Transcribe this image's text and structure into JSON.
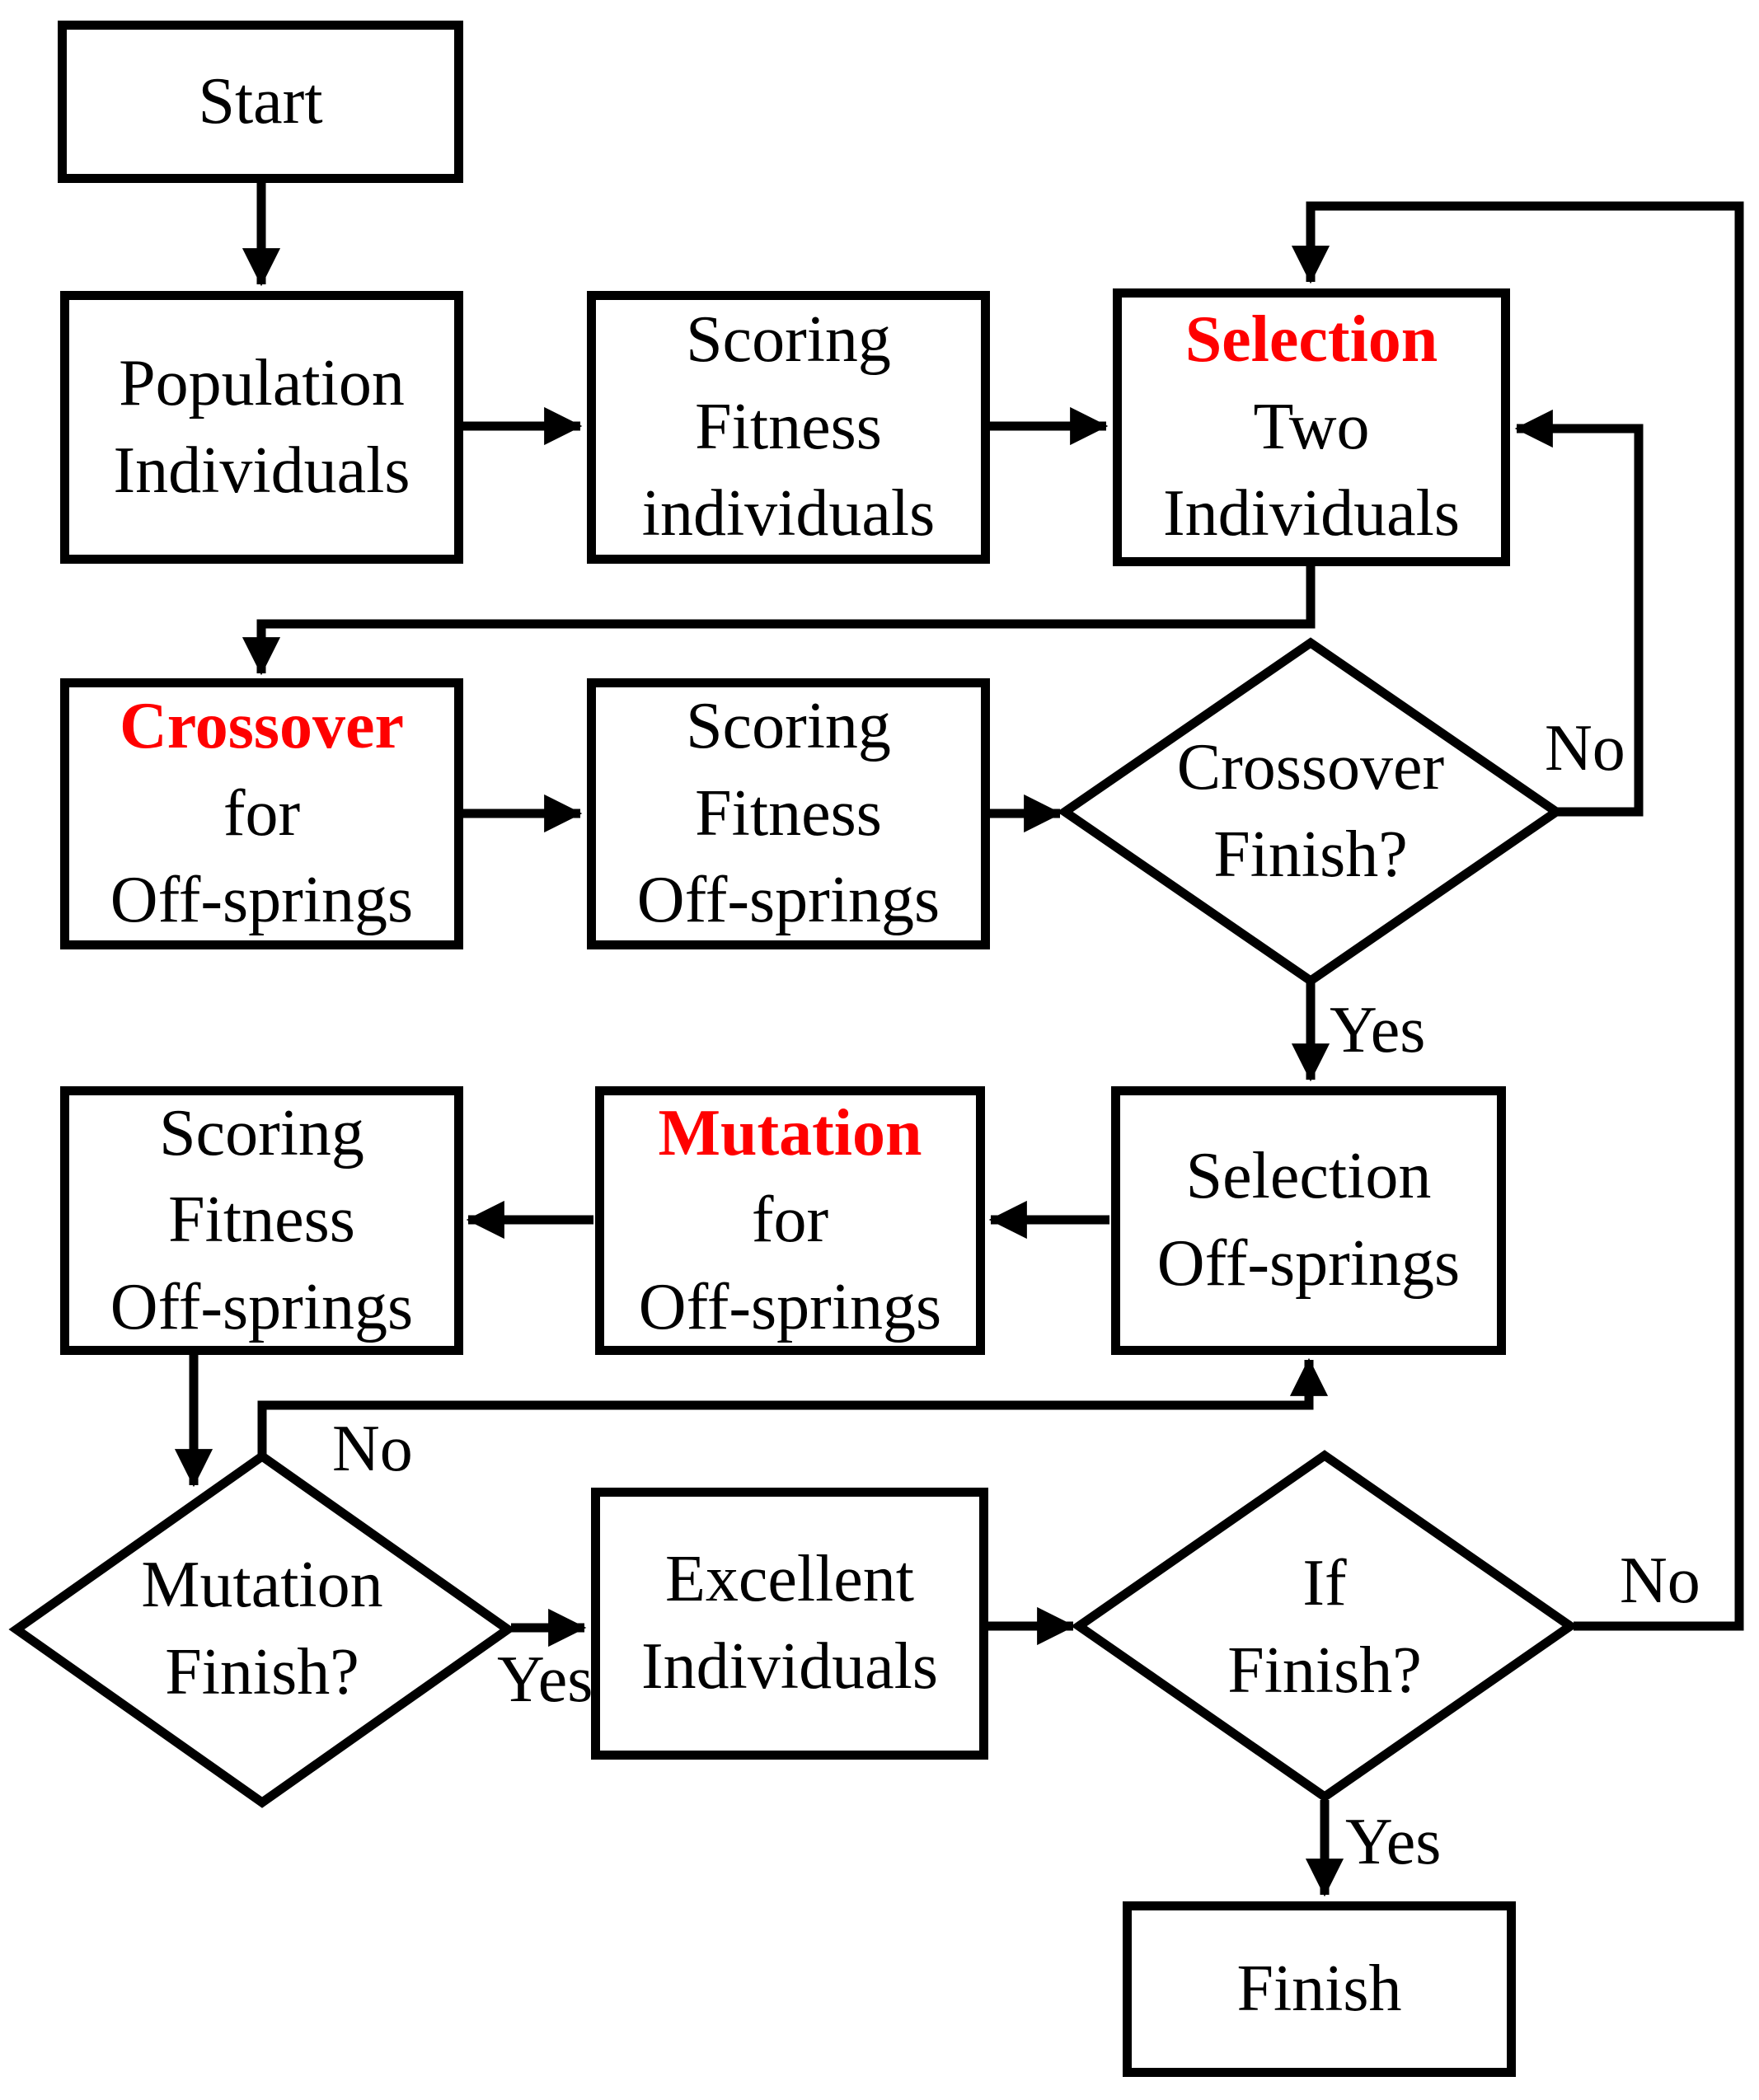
{
  "colors": {
    "highlight_red": "#ff0000",
    "line_black": "#000000",
    "background": "#ffffff"
  },
  "nodes": {
    "start": {
      "shape": "rect",
      "lines": [
        "Start"
      ]
    },
    "population": {
      "shape": "rect",
      "lines": [
        "Population",
        "Individuals"
      ]
    },
    "scoring_fitness_individuals": {
      "shape": "rect",
      "lines": [
        "Scoring",
        "Fitness",
        "individuals"
      ]
    },
    "selection_two_individuals": {
      "shape": "rect",
      "lines": [
        "Selection",
        "Two",
        "Individuals"
      ],
      "highlighted_word": "Selection"
    },
    "crossover_for_offsprings": {
      "shape": "rect",
      "lines": [
        "Crossover",
        "for",
        "Off-springs"
      ],
      "highlighted_word": "Crossover"
    },
    "scoring_fitness_offsprings_upper": {
      "shape": "rect",
      "lines": [
        "Scoring",
        "Fitness",
        "Off-springs"
      ]
    },
    "crossover_finish": {
      "shape": "diamond",
      "lines": [
        "Crossover",
        "Finish?"
      ]
    },
    "scoring_fitness_offsprings_lower": {
      "shape": "rect",
      "lines": [
        "Scoring",
        "Fitness",
        "Off-springs"
      ]
    },
    "mutation_for_offsprings": {
      "shape": "rect",
      "lines": [
        "Mutation",
        "for",
        "Off-springs"
      ],
      "highlighted_word": "Mutation"
    },
    "selection_offsprings": {
      "shape": "rect",
      "lines": [
        "Selection",
        "Off-springs"
      ]
    },
    "mutation_finish": {
      "shape": "diamond",
      "lines": [
        "Mutation",
        "Finish?"
      ]
    },
    "excellent_individuals": {
      "shape": "rect",
      "lines": [
        "Excellent",
        "Individuals"
      ]
    },
    "if_finish": {
      "shape": "diamond",
      "lines": [
        "If",
        "Finish?"
      ]
    },
    "finish": {
      "shape": "rect",
      "lines": [
        "Finish"
      ]
    }
  },
  "edge_labels": {
    "crossover_finish_yes": "Yes",
    "crossover_finish_no": "No",
    "mutation_finish_yes": "Yes",
    "mutation_finish_no": "No",
    "if_finish_yes": "Yes",
    "if_finish_no": "No"
  }
}
